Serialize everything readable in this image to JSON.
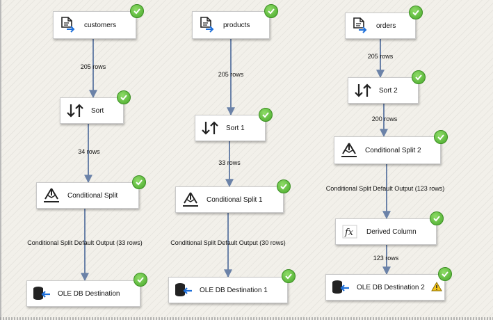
{
  "components": {
    "customers": "customers",
    "products": "products",
    "orders": "orders",
    "sort": "Sort",
    "sort1": "Sort 1",
    "sort2": "Sort 2",
    "cond_split": "Conditional Split",
    "cond_split1": "Conditional Split 1",
    "cond_split2": "Conditional Split 2",
    "derived_column": "Derived Column",
    "oledb_dest": "OLE DB Destination",
    "oledb_dest1": "OLE DB Destination 1",
    "oledb_dest2": "OLE DB Destination 2"
  },
  "flows": {
    "customers_sort": "205 rows",
    "products_sort1": "205 rows",
    "orders_sort2": "205 rows",
    "sort_split": "34 rows",
    "sort1_split1": "33 rows",
    "sort2_split2": "200 rows",
    "split_dest": "Conditional Split Default Output (33 rows)",
    "split1_dest1": "Conditional Split Default Output (30 rows)",
    "split2_derived": "Conditional Split Default Output (123 rows)",
    "derived_dest2": "123 rows"
  },
  "status": {
    "success_icon": "check-circle",
    "warning_icon": "warning-triangle",
    "success_color": "#5cbf3a",
    "warning_color": "#f5c518",
    "flow_color": "#6b82a8"
  }
}
